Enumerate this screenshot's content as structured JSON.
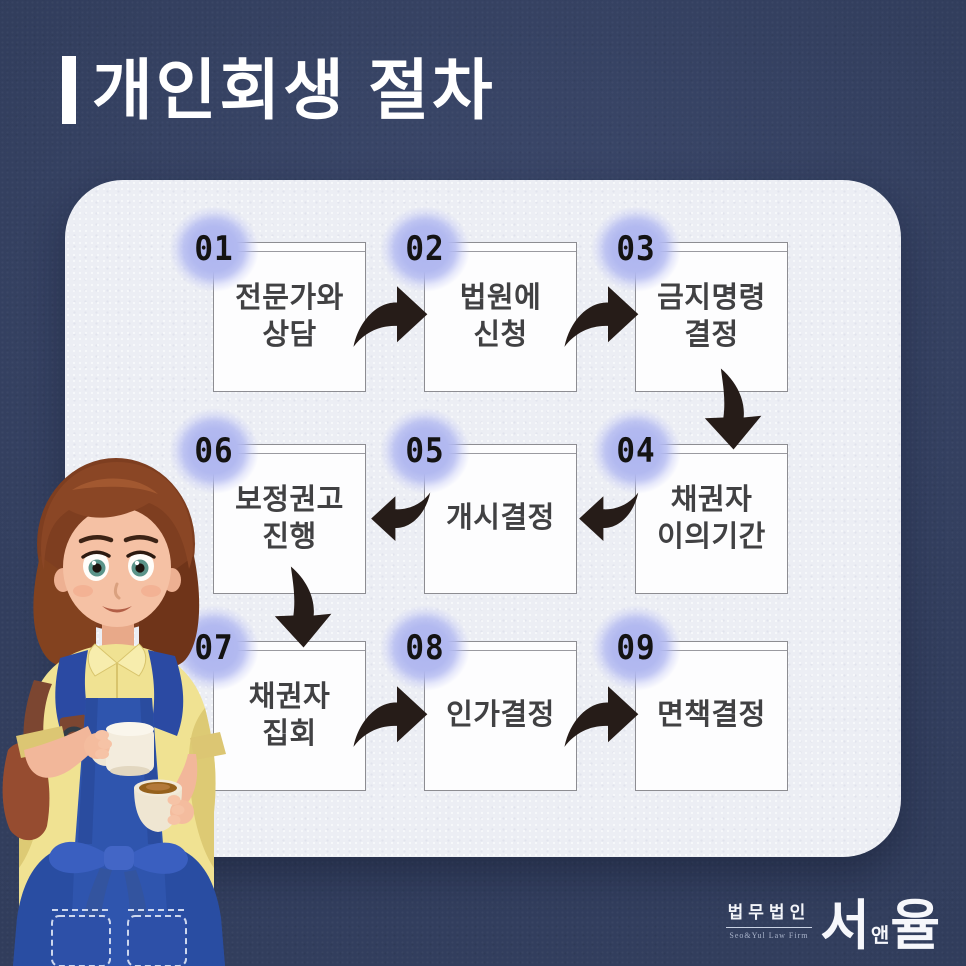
{
  "title": {
    "text": "개인회생 절차"
  },
  "card": {
    "steps": [
      {
        "num": "01",
        "line1": "전문가와",
        "line2": "상담"
      },
      {
        "num": "02",
        "line1": "법원에",
        "line2": "신청"
      },
      {
        "num": "03",
        "line1": "금지명령",
        "line2": "결정"
      },
      {
        "num": "04",
        "line1": "채권자",
        "line2": "이의기간"
      },
      {
        "num": "05",
        "line1": "개시결정",
        "line2": ""
      },
      {
        "num": "06",
        "line1": "보정권고",
        "line2": "진행"
      },
      {
        "num": "07",
        "line1": "채권자",
        "line2": "집회"
      },
      {
        "num": "08",
        "line1": "인가결정",
        "line2": ""
      },
      {
        "num": "09",
        "line1": "면책결정",
        "line2": ""
      }
    ]
  },
  "footer_logo": {
    "firm_type": "법무법인",
    "firm_name_en": "Seo&Yul Law Firm",
    "name_syllable1": "서",
    "name_syllable2": "앤",
    "name_syllable3": "율"
  },
  "icons": {
    "arrow_right": "curved-arrow-right",
    "arrow_left": "curved-arrow-left",
    "arrow_down": "curved-arrow-down",
    "character": "barista-woman-holding-coffee-cups"
  },
  "colors": {
    "background_navy": "#313d5c",
    "card_paper": "#eceef4",
    "badge_lavender": "#aeb5ef",
    "arrow_black": "#261c18",
    "box_border": "#8d8d92",
    "title_white": "#ffffff"
  }
}
